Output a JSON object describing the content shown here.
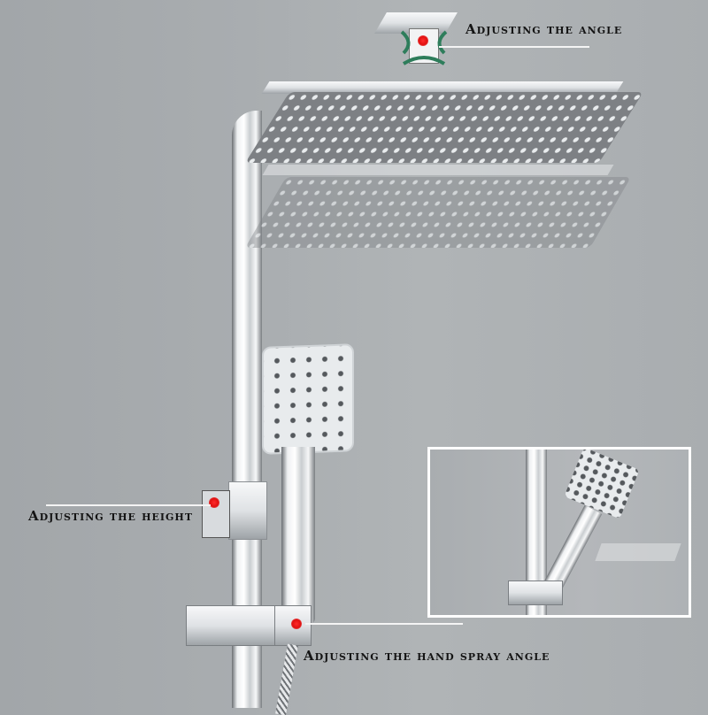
{
  "product": "Shower system with overhead rain shower, hand shower and sliding rail",
  "callouts": [
    {
      "id": "angle",
      "label": "Adjusting the angle"
    },
    {
      "id": "height",
      "label": "Adjusting the height"
    },
    {
      "id": "hand_spray",
      "label": "Adjusting the hand spray angle"
    }
  ],
  "inset": {
    "description": "Detail view of hand shower tilting on the rail holder"
  },
  "colors": {
    "background": "#a9adb0",
    "marker": "#e01010",
    "leader_line": "#f4f4f4",
    "label_text": "#141414",
    "rotation_arrow": "#2e7d5b"
  }
}
